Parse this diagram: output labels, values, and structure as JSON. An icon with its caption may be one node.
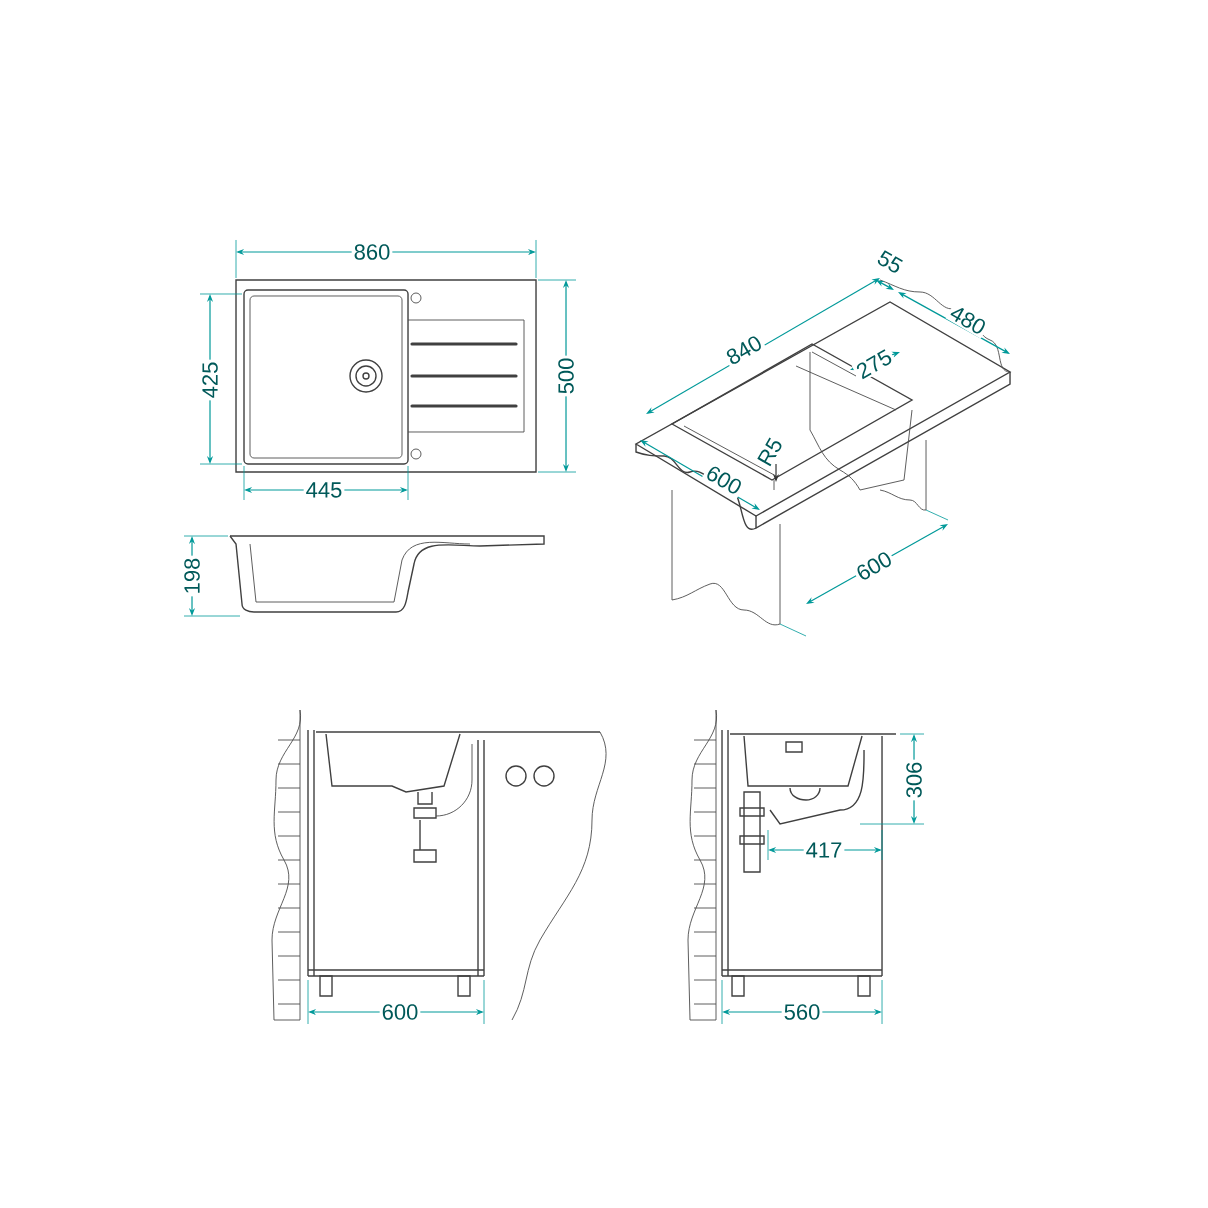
{
  "diagram": {
    "labels": [
      "55",
      "860",
      "480",
      "840",
      "425",
      "500",
      "275",
      "R5",
      "600",
      "445",
      "198",
      "600",
      "306",
      "417",
      "600",
      "560"
    ]
  }
}
